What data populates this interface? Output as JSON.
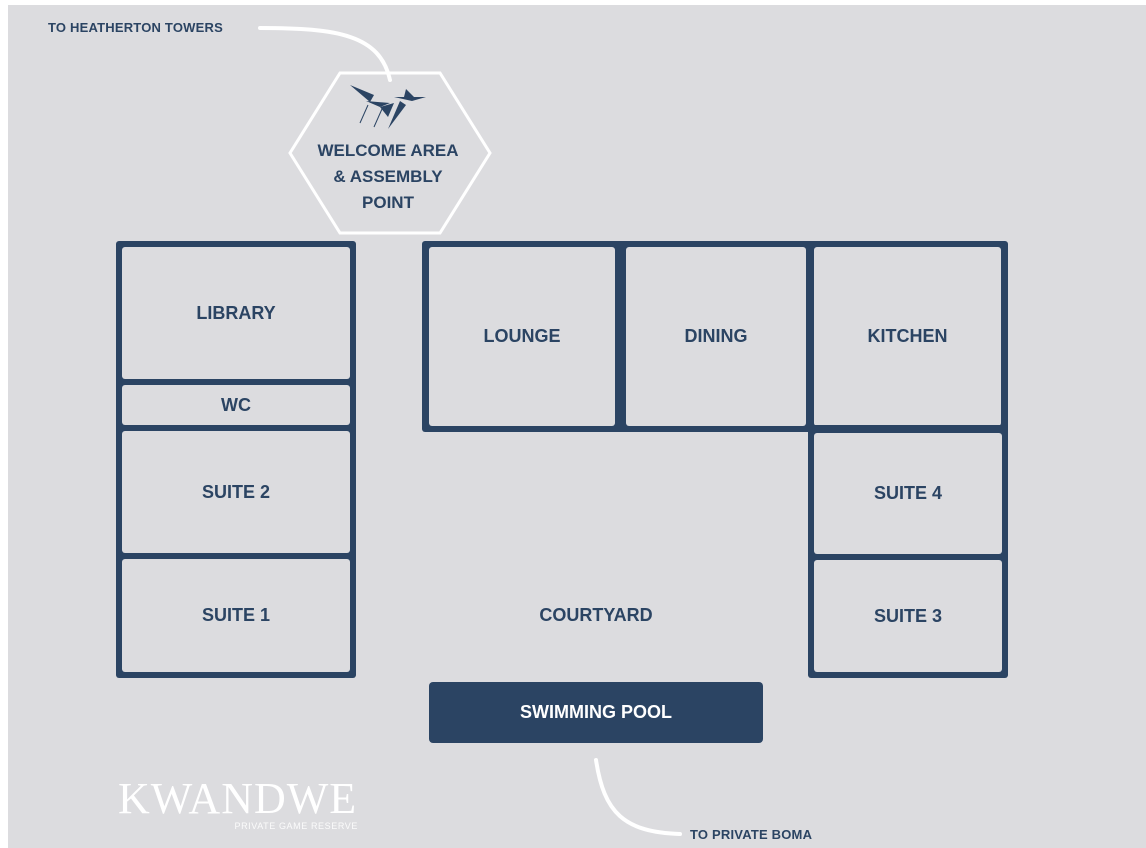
{
  "routes": {
    "to_heatherton": "TO HEATHERTON TOWERS",
    "to_boma": "TO PRIVATE BOMA"
  },
  "welcome": {
    "line1": "WELCOME AREA",
    "line2": "& ASSEMBLY",
    "line3": "POINT"
  },
  "rooms": {
    "library": "LIBRARY",
    "wc": "WC",
    "suite2": "SUITE 2",
    "suite1": "SUITE 1",
    "lounge": "LOUNGE",
    "dining": "DINING",
    "kitchen": "KITCHEN",
    "suite4": "SUITE 4",
    "suite3": "SUITE 3",
    "courtyard": "COURTYARD",
    "pool": "SWIMMING POOL"
  },
  "logo": {
    "name": "KWANDWE",
    "tagline": "PRIVATE GAME RESERVE"
  },
  "colors": {
    "background": "#dcdcdf",
    "navy": "#2b4463",
    "white": "#ffffff"
  },
  "icons": [
    "birds-icon"
  ]
}
